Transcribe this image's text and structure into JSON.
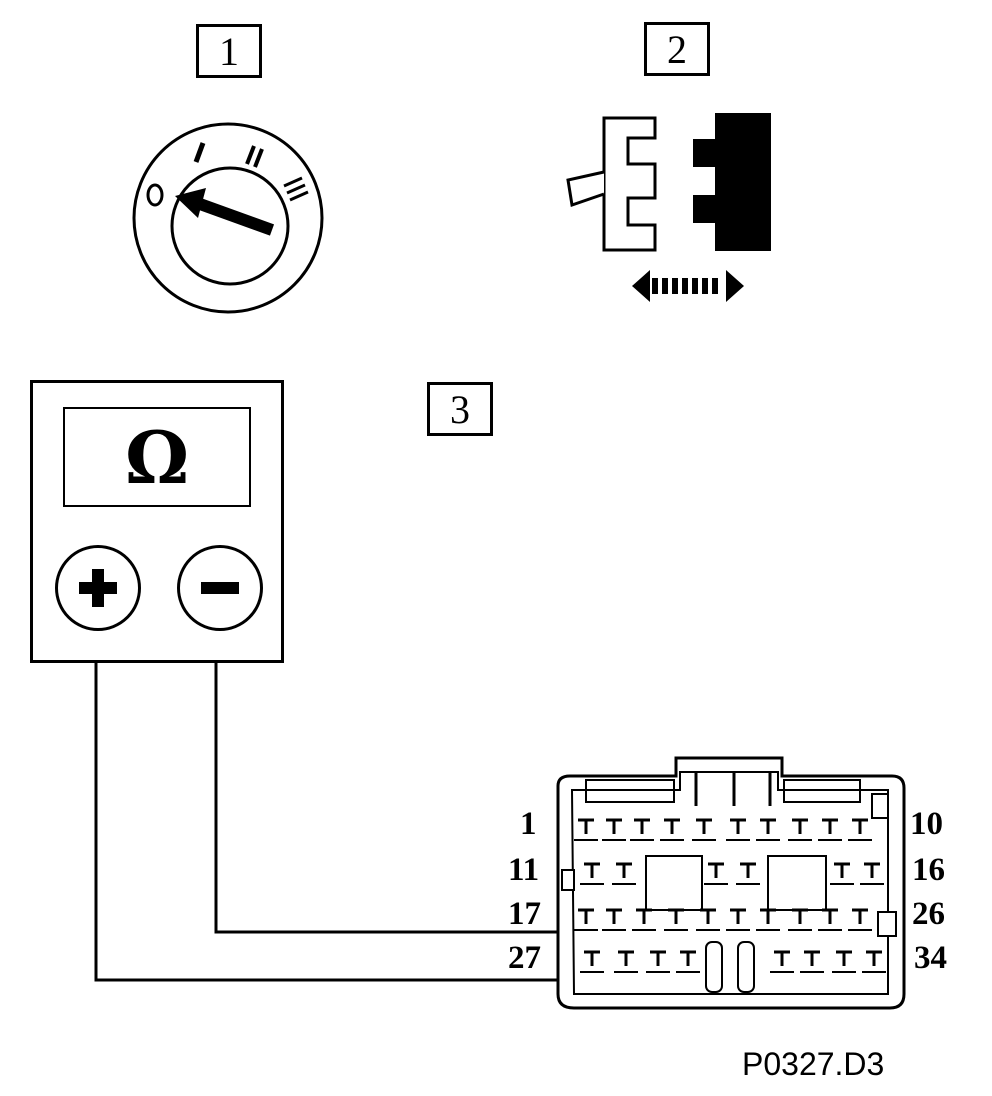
{
  "steps": {
    "step1": "1",
    "step2": "2",
    "step3": "3"
  },
  "ignition_switch": {
    "positions": [
      "0",
      "I",
      "II",
      "III"
    ],
    "selected_position": "0"
  },
  "multimeter": {
    "display_symbol": "Ω",
    "positive_terminal": "+",
    "negative_terminal": "−"
  },
  "connector": {
    "pin_labels": {
      "row1_left": "1",
      "row1_right": "10",
      "row2_left": "11",
      "row2_right": "16",
      "row3_left": "17",
      "row3_right": "26",
      "row4_left": "27",
      "row4_right": "34"
    }
  },
  "reference_code": "P0327.D3"
}
